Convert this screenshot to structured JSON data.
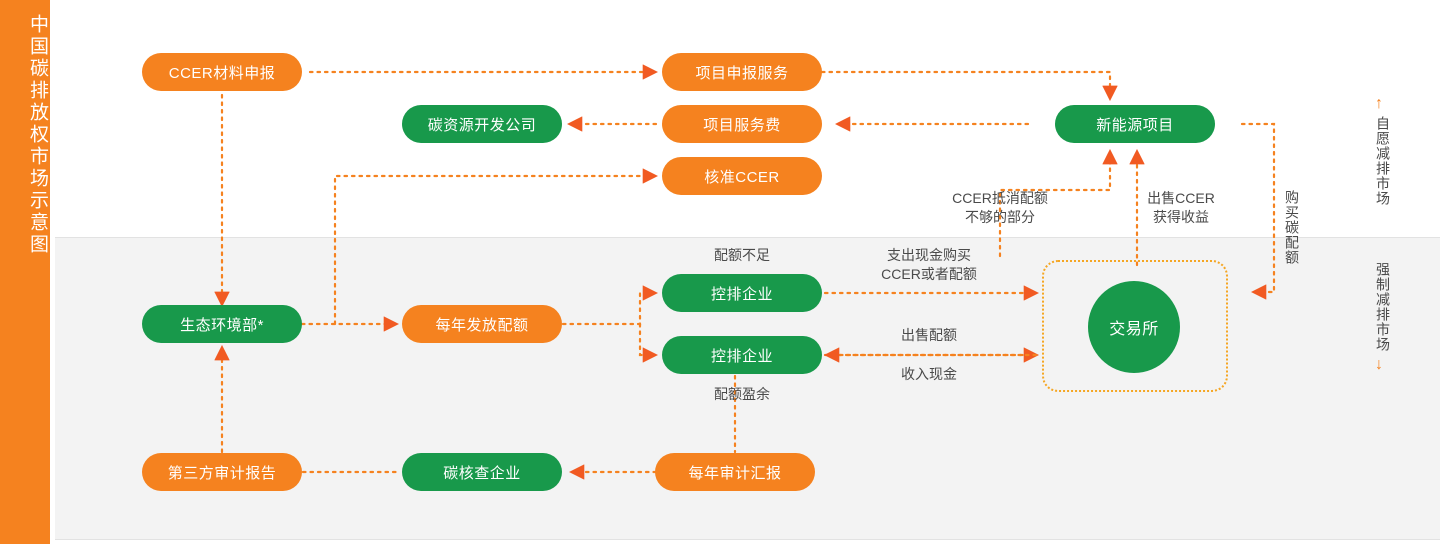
{
  "page": {
    "title_vertical": "中国碳排放权市场示意图",
    "accent_orange": "#F5821F",
    "accent_green": "#18994B",
    "band_gray": "#F3F3F3",
    "label_color": "#4A4A4A"
  },
  "nodes": {
    "ccer_material": "CCER材料申报",
    "project_declaration_service": "项目申报服务",
    "carbon_resource_company": "碳资源开发公司",
    "project_service_fee": "项目服务费",
    "approved_ccer": "核准CCER",
    "new_energy_project": "新能源项目",
    "ministry_of_ecology": "生态环境部*",
    "annual_allowance_issue": "每年发放配额",
    "controlled_enterprise_1": "控排企业",
    "controlled_enterprise_2": "控排企业",
    "exchange": "交易所",
    "third_party_audit_report": "第三方审计报告",
    "carbon_verification_company": "碳核查企业",
    "annual_audit_report": "每年审计汇报"
  },
  "edge_labels": {
    "ccer_offset_shortfall": "CCER抵消配额\n不够的部分",
    "sell_ccer_gain": "出售CCER\n获得收益",
    "buy_carbon_allowance": "购买碳配额",
    "allowance_shortage": "配额不足",
    "allowance_surplus": "配额盈余",
    "pay_cash_buy": "支出现金购买\nCCER或者配额",
    "sell_allowance": "出售配额",
    "receive_cash": "收入现金"
  },
  "markets": {
    "voluntary": "自愿减排市场",
    "mandatory": "强制减排市场",
    "voluntary_arrow": "↑",
    "mandatory_arrow": "↓"
  }
}
